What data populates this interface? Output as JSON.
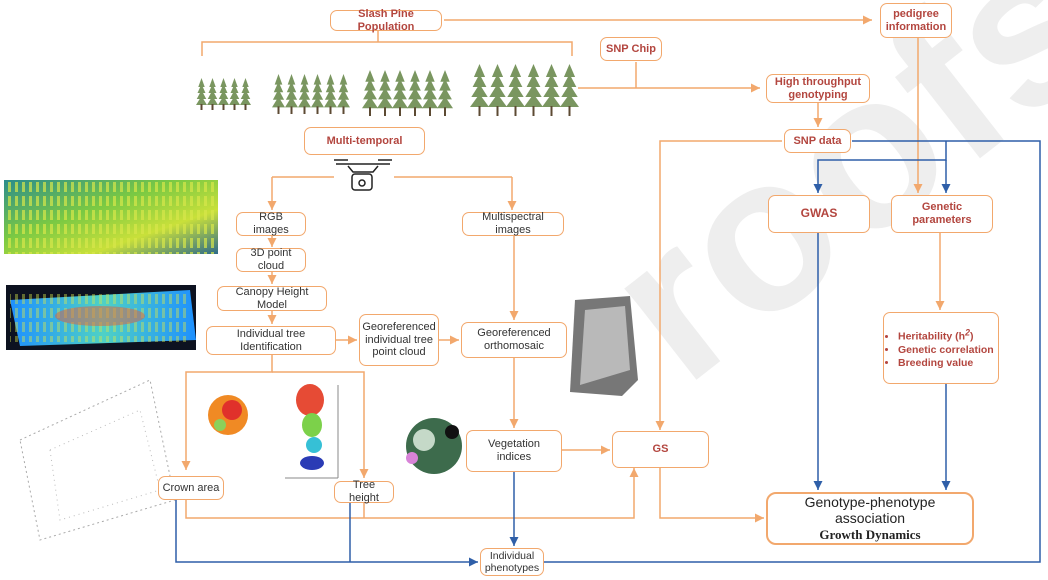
{
  "nodes": {
    "population": "Slash Pine Population",
    "pedigree": "pedigree information",
    "snp_chip": "SNP Chip",
    "genotyping": "High throughput genotyping",
    "multi_temporal": "Multi-temporal",
    "snp_data": "SNP data",
    "rgb": "RGB images",
    "multispectral": "Multispectral images",
    "point_cloud": "3D point cloud",
    "chm": "Canopy Height Model",
    "itd": "Individual tree Identification",
    "geo_cloud": "Georeferenced individual tree point cloud",
    "ortho": "Georeferenced orthomosaic",
    "gwas": "GWAS",
    "genetic_params": "Genetic parameters",
    "heritability": "Heritability (h",
    "heritability_sup": "2",
    "heritability_end": ")",
    "genetic_corr": "Genetic correlation",
    "breeding": "Breeding value",
    "veg_indices": "Vegetation indices",
    "gs": "GS",
    "crown": "Crown area",
    "tree_height": "Tree height",
    "assoc_title": "Genotype-phenotype association",
    "assoc_sub": "Growth Dynamics",
    "individual": "Individual phenotypes"
  },
  "watermark": "roofs",
  "colors": {
    "orange": "#f2a86d",
    "blue": "#2f5fa8",
    "red_text": "#b3463f",
    "tree": "#7a9660"
  },
  "icons": [
    "pine-tree-icon",
    "drone-icon"
  ],
  "tree_groups": [
    {
      "count": 5
    },
    {
      "count": 6
    },
    {
      "count": 6
    },
    {
      "count": 6
    }
  ]
}
